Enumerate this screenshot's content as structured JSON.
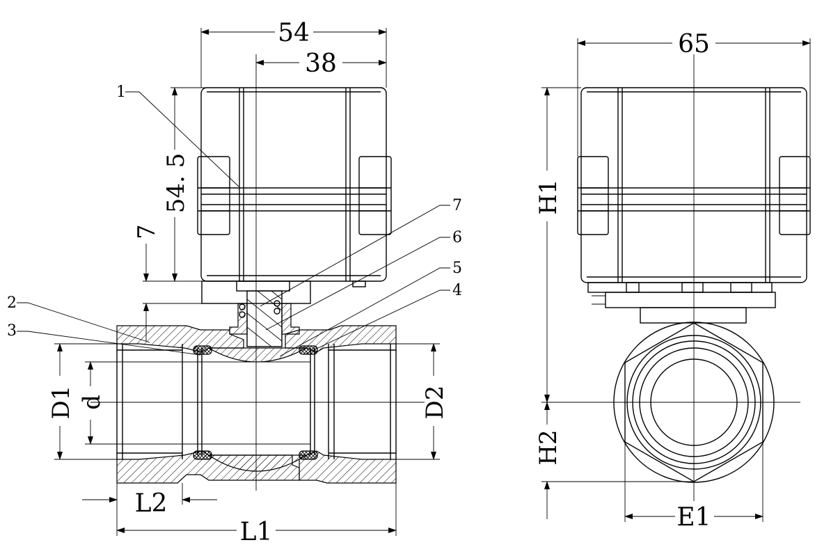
{
  "dimensions": {
    "top_outer": "54",
    "top_inner": "38",
    "actuator_height": "54. 5",
    "stem_height": "7",
    "right_width": "65",
    "h1": "H1",
    "h2": "H2",
    "e1": "E1",
    "d1": "D1",
    "d": "d",
    "d2": "D2",
    "l1": "L1",
    "l2": "L2"
  },
  "callouts": {
    "c1": "1",
    "c2": "2",
    "c3": "3",
    "c4": "4",
    "c5": "5",
    "c6": "6",
    "c7": "7"
  }
}
